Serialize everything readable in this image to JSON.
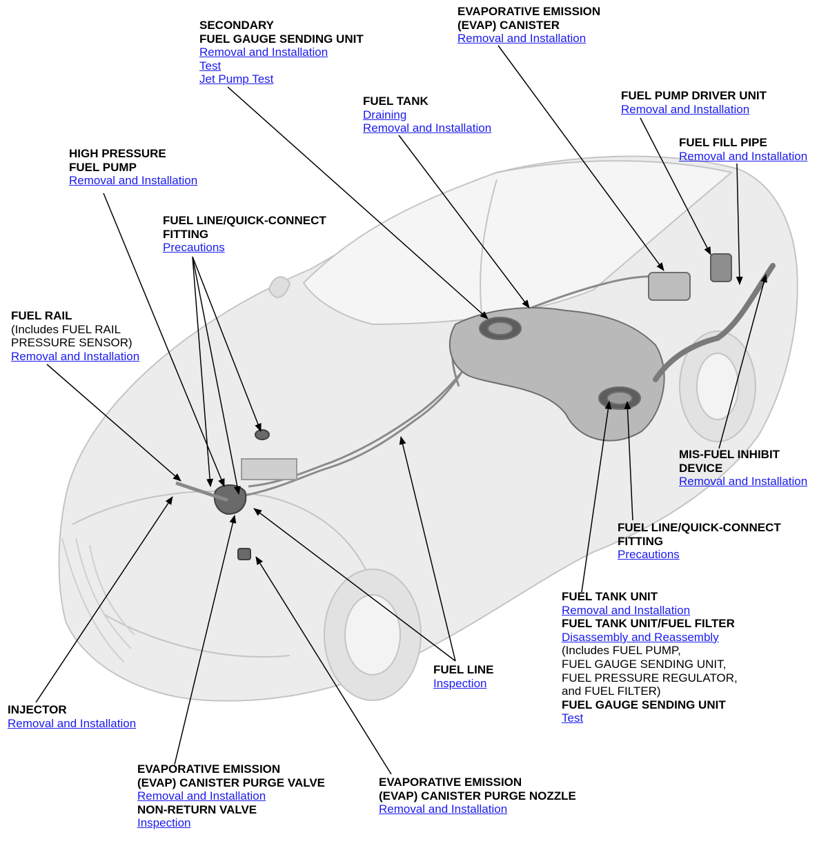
{
  "colors": {
    "link": "#1a1aee",
    "text": "#000000",
    "car_fill": "#ececec",
    "car_line": "#c4c4c4",
    "part": "#6e6e6e"
  },
  "callouts": {
    "secondary_sending_unit": {
      "title1": "SECONDARY",
      "title2": "FUEL GAUGE SENDING UNIT",
      "link1": "Removal and Installation",
      "link2": "Test",
      "link3": "Jet Pump Test"
    },
    "evap_canister": {
      "title1": "EVAPORATIVE EMISSION",
      "title2": "(EVAP) CANISTER",
      "link1": "Removal and Installation"
    },
    "fuel_tank": {
      "title": "FUEL TANK",
      "link1": "Draining",
      "link2": "Removal and Installation"
    },
    "fuel_pump_driver": {
      "title": "FUEL PUMP DRIVER UNIT",
      "link1": "Removal and Installation"
    },
    "fuel_fill_pipe": {
      "title": "FUEL FILL PIPE",
      "link1": "Removal and Installation"
    },
    "high_pressure_pump": {
      "title1": "HIGH PRESSURE",
      "title2": "FUEL PUMP",
      "link1": "Removal and Installation"
    },
    "quick_connect_front": {
      "title1": "FUEL LINE/QUICK-CONNECT",
      "title2": "FITTING",
      "link1": "Precautions"
    },
    "fuel_rail": {
      "title": "FUEL RAIL",
      "note1": "(Includes FUEL RAIL",
      "note2": "PRESSURE SENSOR)",
      "link1": "Removal and Installation"
    },
    "mis_fuel_device": {
      "title1": "MIS-FUEL INHIBIT",
      "title2": "DEVICE",
      "link1": "Removal and Installation"
    },
    "quick_connect_rear": {
      "title1": "FUEL LINE/QUICK-CONNECT",
      "title2": "FITTING",
      "link1": "Precautions"
    },
    "fuel_tank_unit": {
      "title1": "FUEL TANK UNIT",
      "link1": "Removal and Installation",
      "title2": "FUEL TANK UNIT/FUEL FILTER",
      "link2": "Disassembly and Reassembly",
      "note1": "(Includes FUEL PUMP,",
      "note2": "FUEL GAUGE SENDING UNIT,",
      "note3": "FUEL PRESSURE REGULATOR,",
      "note4": "and FUEL FILTER)",
      "title3": "FUEL GAUGE SENDING UNIT",
      "link3": "Test"
    },
    "fuel_line": {
      "title": "FUEL LINE",
      "link1": "Inspection"
    },
    "injector": {
      "title": "INJECTOR",
      "link1": "Removal and Installation"
    },
    "purge_valve": {
      "title1": "EVAPORATIVE EMISSION",
      "title2": "(EVAP) CANISTER PURGE VALVE",
      "link1": "Removal and Installation",
      "title3": "NON-RETURN VALVE",
      "link2": "Inspection"
    },
    "purge_nozzle": {
      "title1": "EVAPORATIVE EMISSION",
      "title2": "(EVAP) CANISTER PURGE NOZZLE",
      "link1": "Removal and Installation"
    }
  }
}
